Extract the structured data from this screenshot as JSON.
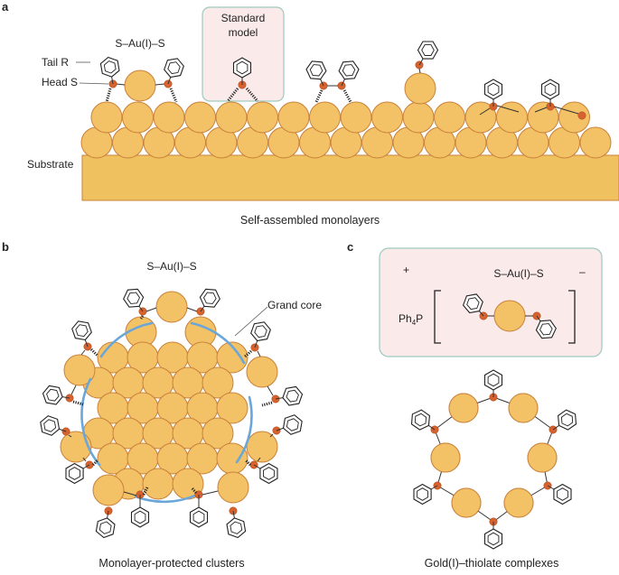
{
  "panels": {
    "a": {
      "letter": "a",
      "tail_label": "Tail R",
      "head_label": "Head S",
      "staple_label": "S–Au(I)–S",
      "standard_model_label": [
        "Standard",
        "model"
      ],
      "substrate_label": "Substrate",
      "caption": "Self-assembled monolayers"
    },
    "b": {
      "letter": "b",
      "staple_label": "S–Au(I)–S",
      "core_label": "Grand core",
      "caption": "Monolayer-protected clusters"
    },
    "c": {
      "letter": "c",
      "charge_plus": "+",
      "charge_minus": "–",
      "complex_label": "S–Au(I)–S",
      "counterion": "Ph",
      "counterion_sub": "4",
      "counterion_tail": "P",
      "caption": "Gold(I)–thiolate complexes"
    }
  },
  "colors": {
    "gold": "#f3c266",
    "gold_edge": "#c9813b",
    "sulfur": "#d8622e",
    "substrate": "#f0c25f",
    "core_outline": "#6aa7d8",
    "box_fill": "#fbeaea",
    "box_edge": "#9cc9bf"
  },
  "icons": [
    "phenyl-ring-icon",
    "gold-atom-icon",
    "sulfur-atom-icon"
  ]
}
